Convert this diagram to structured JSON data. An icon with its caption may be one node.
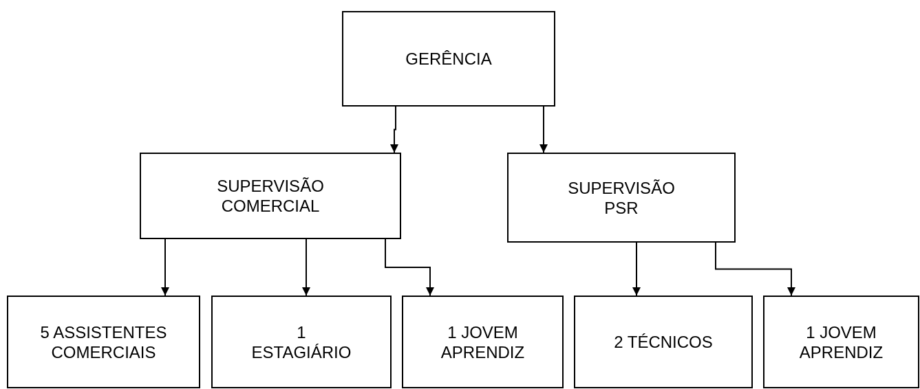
{
  "diagram": {
    "nodes": [
      {
        "text": [
          "GERÊNCIA"
        ]
      },
      {
        "text": [
          "SUPERVISÃO COMERCIAL"
        ]
      },
      {
        "text": [
          "SUPERVISÃO PSR"
        ]
      },
      {
        "text": [
          "5 ASSISTENTES COMERCIAIS"
        ]
      },
      {
        "text": [
          "1 ESTAGIÁRIO"
        ]
      },
      {
        "text": [
          "1 JOVEM APRENDIZ"
        ]
      },
      {
        "text": [
          "2 TÉCNICOS"
        ]
      },
      {
        "text": [
          "1 JOVEM APRENDIZ"
        ]
      }
    ],
    "edges": [
      {
        "from": 0,
        "to": 1,
        "arrow": "to"
      },
      {
        "from": 0,
        "to": 2,
        "arrow": "to"
      },
      {
        "from": 1,
        "to": 3,
        "arrow": "to"
      },
      {
        "from": 1,
        "to": 4,
        "arrow": "to"
      },
      {
        "from": 1,
        "to": 5,
        "arrow": "to"
      },
      {
        "from": 2,
        "to": 6,
        "arrow": "to"
      },
      {
        "from": 2,
        "to": 7,
        "arrow": "to"
      }
    ]
  }
}
